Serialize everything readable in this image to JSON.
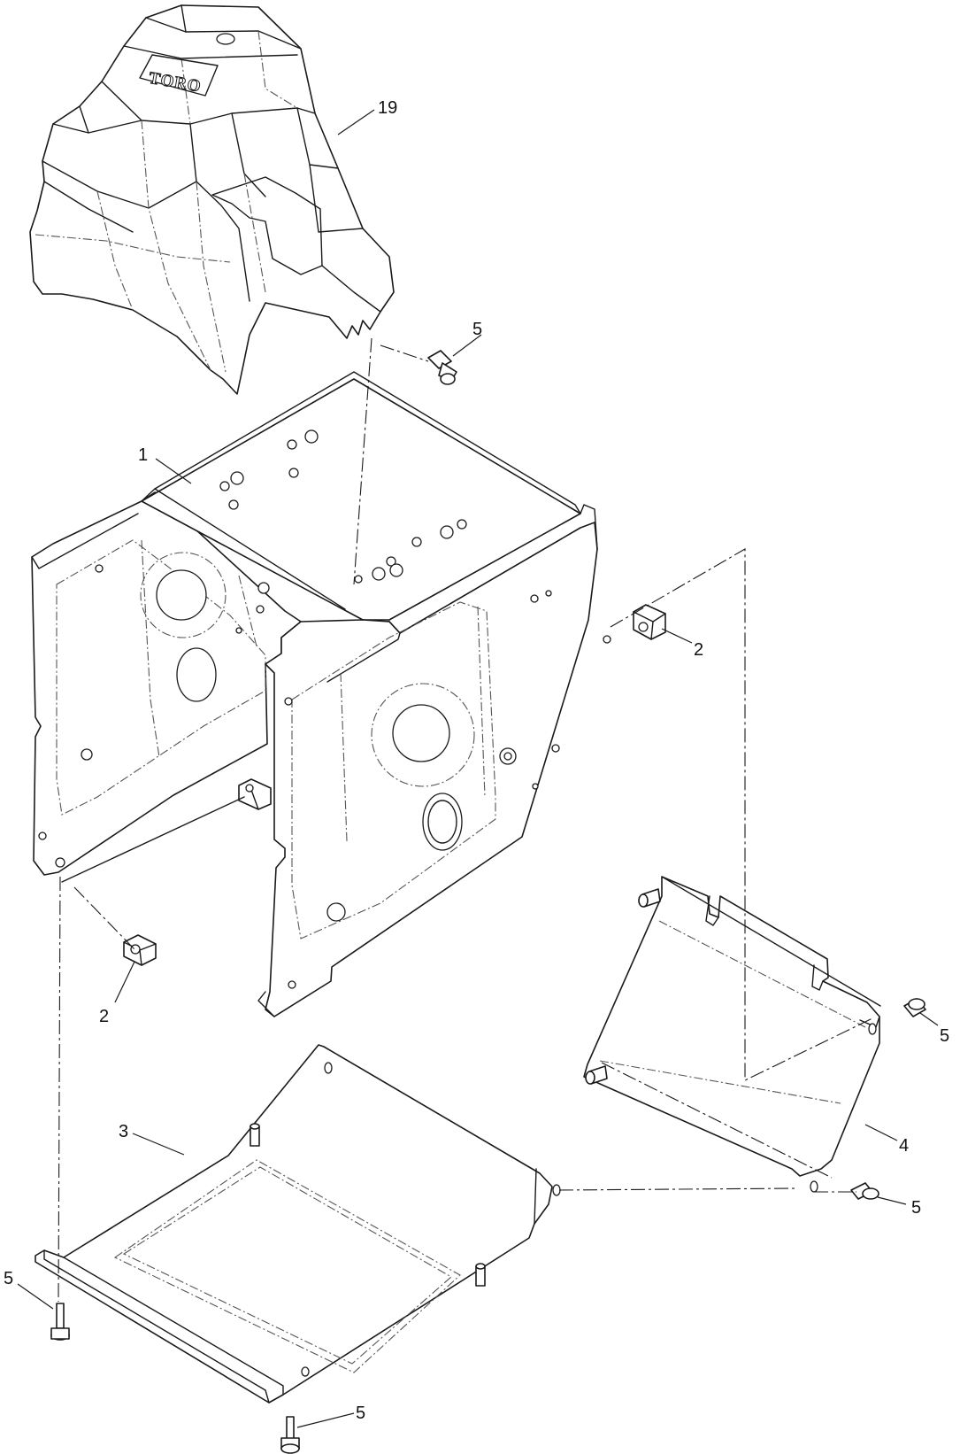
{
  "diagram": {
    "brand_label": "TORO",
    "callouts": [
      {
        "id": "cover",
        "text": "19"
      },
      {
        "id": "bolt-top",
        "text": "5"
      },
      {
        "id": "frame",
        "text": "1"
      },
      {
        "id": "clip-right",
        "text": "2"
      },
      {
        "id": "clip-left",
        "text": "2"
      },
      {
        "id": "bolt-right-upper",
        "text": "5"
      },
      {
        "id": "bottom-plate",
        "text": "3"
      },
      {
        "id": "side-plate",
        "text": "4"
      },
      {
        "id": "bolt-right-lower",
        "text": "5"
      },
      {
        "id": "bolt-left-bottom",
        "text": "5"
      },
      {
        "id": "bolt-bottom-center",
        "text": "5"
      }
    ]
  }
}
